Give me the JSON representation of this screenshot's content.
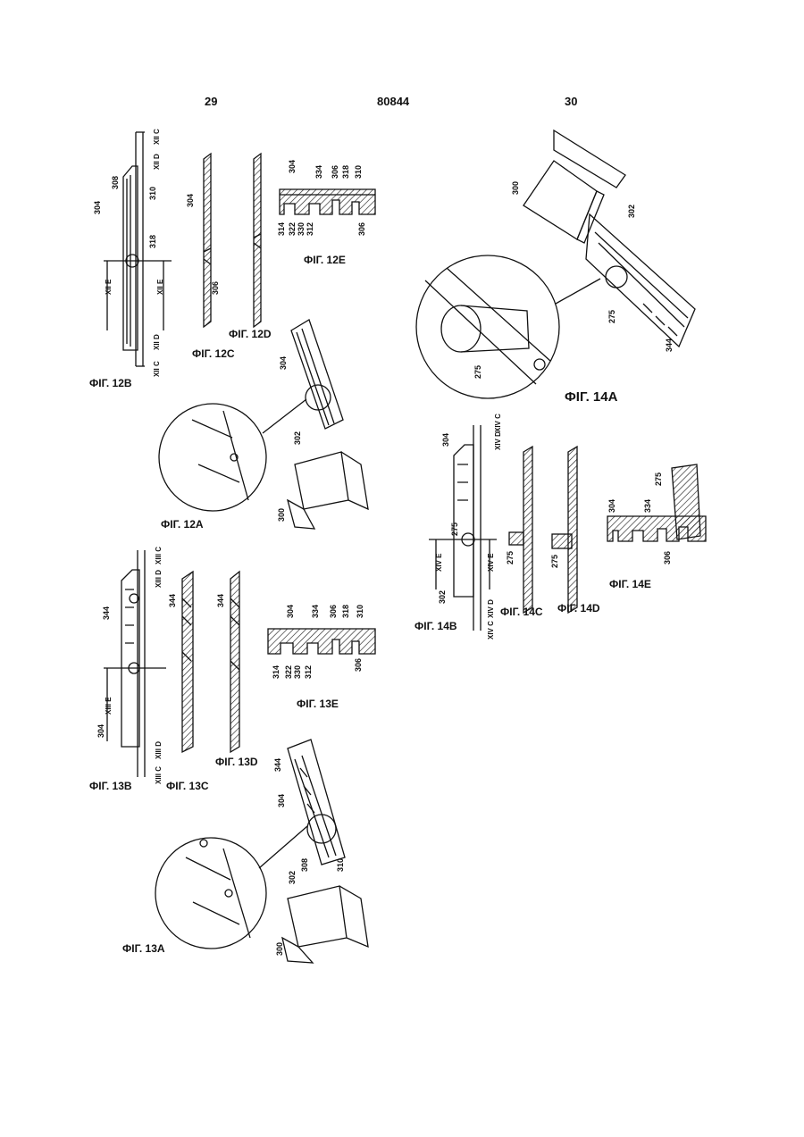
{
  "header": {
    "page_left": "29",
    "patent_number": "80844",
    "page_right": "30"
  },
  "captions": {
    "fig12a": "ФIГ. 12A",
    "fig12b": "ФIГ. 12B",
    "fig12c": "ФIГ. 12C",
    "fig12d": "ФIГ. 12D",
    "fig12e": "ФIГ. 12E",
    "fig13a": "ФIГ. 13A",
    "fig13b": "ФIГ. 13B",
    "fig13c": "ФIГ. 13C",
    "fig13d": "ФIГ. 13D",
    "fig13e": "ФIГ. 13E",
    "fig14a": "ФIГ. 14A",
    "fig14b": "ФIГ. 14B",
    "fig14c": "ФIГ. 14C",
    "fig14d": "ФIГ. 14D",
    "fig14e": "ФIГ. 14E"
  },
  "labels": {
    "n300": "300",
    "n302": "302",
    "n304": "304",
    "n306": "306",
    "n308": "308",
    "n310": "310",
    "n312": "312",
    "n314": "314",
    "n318": "318",
    "n322": "322",
    "n330": "330",
    "n334": "334",
    "n275": "275",
    "n344": "344"
  },
  "section_marks": {
    "xiic": "XII C",
    "xiid": "XII D",
    "xiie": "XII E",
    "xiiic": "XIII C",
    "xiiid": "XIII D",
    "xiiie": "XIII E",
    "xivc": "XIV C",
    "xivd": "XIV D",
    "xive": "XIV E"
  }
}
